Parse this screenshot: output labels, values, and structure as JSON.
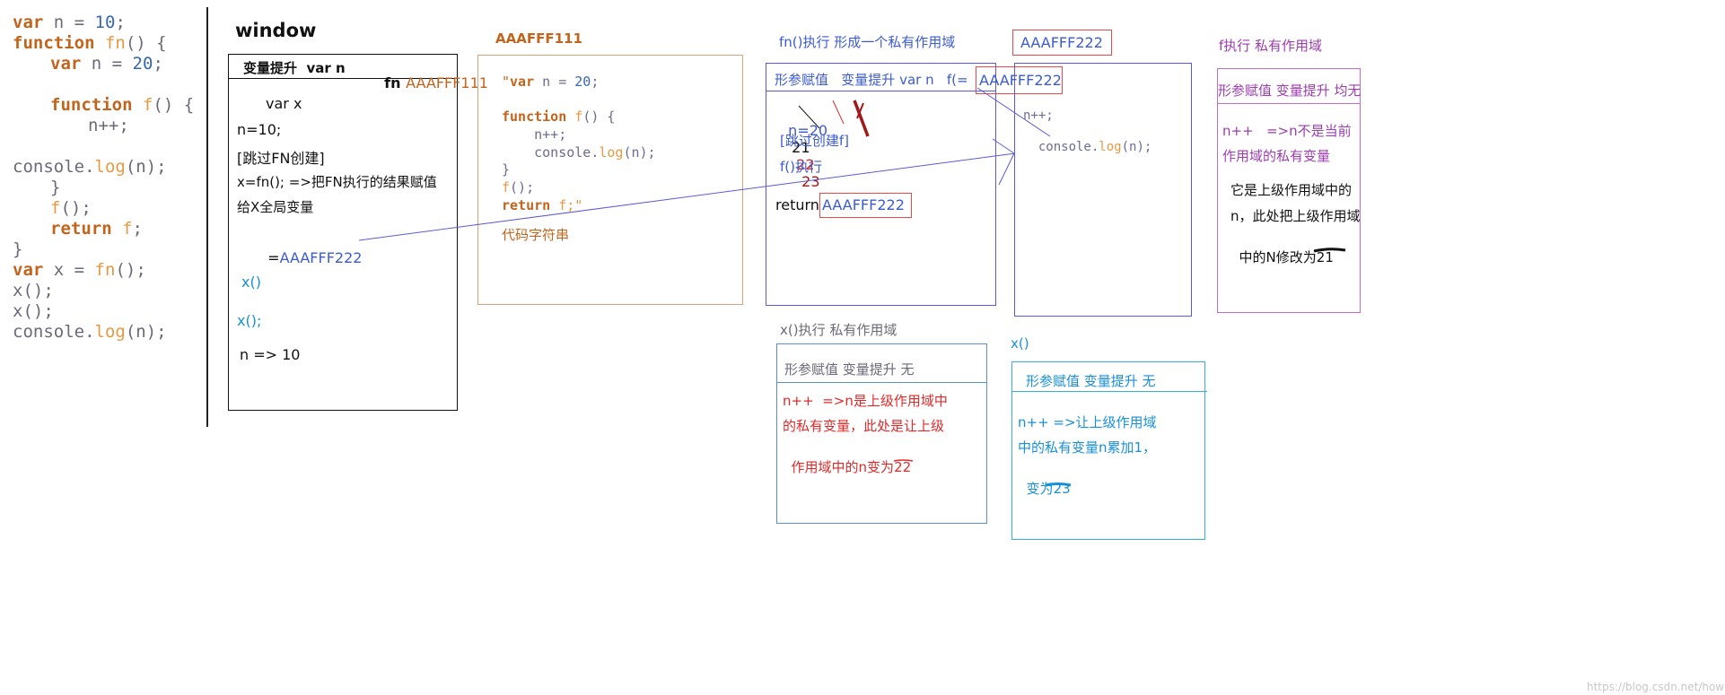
{
  "colors": {
    "keyword": "#c3641c",
    "function_name": "#e49a44",
    "number": "#3568b0",
    "identifier": "#6a6a78",
    "orange_box": "#d4a27b",
    "blue_box": "#5a5ad8",
    "purple_box": "#c46ad0",
    "red_box": "#e84a4a",
    "cyan_box": "#35aee0",
    "red_text": "#e02a2a",
    "dark_red": "#a01818",
    "text_blue": "#3b5bd0",
    "cyan_text": "#1890d8",
    "purple_text": "#9e3cb2"
  },
  "code_lines": [
    {
      "indent": 0,
      "tokens": [
        {
          "t": "var",
          "c": "kw"
        },
        {
          "t": " n",
          "c": "plain"
        },
        {
          "t": " = ",
          "c": "plain"
        },
        {
          "t": "10",
          "c": "num"
        },
        {
          "t": ";",
          "c": "plain"
        }
      ]
    },
    {
      "indent": 0,
      "tokens": [
        {
          "t": "function",
          "c": "kw"
        },
        {
          "t": " fn",
          "c": "fnname"
        },
        {
          "t": "() {",
          "c": "plain"
        }
      ]
    },
    {
      "indent": 1,
      "tokens": [
        {
          "t": "var",
          "c": "kw"
        },
        {
          "t": " n",
          "c": "plain"
        },
        {
          "t": " = ",
          "c": "plain"
        },
        {
          "t": "20",
          "c": "num"
        },
        {
          "t": ";",
          "c": "plain"
        }
      ]
    },
    {
      "indent": 0,
      "tokens": []
    },
    {
      "indent": 1,
      "tokens": [
        {
          "t": "function",
          "c": "kw"
        },
        {
          "t": " f",
          "c": "fnname"
        },
        {
          "t": "() {",
          "c": "plain"
        }
      ]
    },
    {
      "indent": 2,
      "tokens": [
        {
          "t": "n++;",
          "c": "plain"
        }
      ]
    },
    {
      "indent": 0,
      "tokens": []
    },
    {
      "indent": 0,
      "tokens": [
        {
          "t": "console",
          "c": "plain"
        },
        {
          "t": ".",
          "c": "plain"
        },
        {
          "t": "log",
          "c": "fnname"
        },
        {
          "t": "(n);",
          "c": "plain"
        }
      ]
    },
    {
      "indent": 1,
      "tokens": [
        {
          "t": "}",
          "c": "plain"
        }
      ]
    },
    {
      "indent": 1,
      "tokens": [
        {
          "t": "f",
          "c": "fnname"
        },
        {
          "t": "();",
          "c": "plain"
        }
      ]
    },
    {
      "indent": 1,
      "tokens": [
        {
          "t": "return",
          "c": "kw"
        },
        {
          "t": " f",
          "c": "fnname"
        },
        {
          "t": ";",
          "c": "plain"
        }
      ]
    },
    {
      "indent": 0,
      "tokens": [
        {
          "t": "}",
          "c": "plain"
        }
      ]
    },
    {
      "indent": 0,
      "tokens": [
        {
          "t": "var",
          "c": "kw"
        },
        {
          "t": " x",
          "c": "plain"
        },
        {
          "t": " = ",
          "c": "plain"
        },
        {
          "t": "fn",
          "c": "fnname"
        },
        {
          "t": "();",
          "c": "plain"
        }
      ]
    },
    {
      "indent": 0,
      "tokens": [
        {
          "t": "x",
          "c": "plain"
        },
        {
          "t": "();",
          "c": "plain"
        }
      ]
    },
    {
      "indent": 0,
      "tokens": [
        {
          "t": "x",
          "c": "plain"
        },
        {
          "t": "();",
          "c": "plain"
        }
      ]
    },
    {
      "indent": 0,
      "tokens": [
        {
          "t": "console",
          "c": "plain"
        },
        {
          "t": ".",
          "c": "plain"
        },
        {
          "t": "log",
          "c": "fnname"
        },
        {
          "t": "(n);",
          "c": "plain"
        }
      ]
    }
  ],
  "window": {
    "title": "window",
    "header_hoist": "变量提升  var n",
    "header_fn": "fn ",
    "header_fn_addr": "AAAFFF111",
    "var_x": "var x",
    "n_assign": "n=10;",
    "skip_fn": "[跳过FN创建]",
    "x_assign_1": "x=fn(); =>把FN执行的结果赋值",
    "x_assign_2": "给X全局变量",
    "eq": "=",
    "eq_addr": "AAAFFF222",
    "call_1": "x()",
    "call_2": "x();",
    "result": "n => 10"
  },
  "heap_111": {
    "title": "AAAFFF111",
    "lines": [
      [
        {
          "t": "\"",
          "c": "plain"
        },
        {
          "t": "var",
          "c": "kw"
        },
        {
          "t": " n = ",
          "c": "cn"
        },
        {
          "t": "20",
          "c": "num"
        },
        {
          "t": ";",
          "c": "cn"
        }
      ],
      [],
      [
        {
          "t": "function",
          "c": "kw"
        },
        {
          "t": " f",
          "c": "fnname"
        },
        {
          "t": "() {",
          "c": "cn"
        }
      ],
      [
        {
          "t": "    n++;",
          "c": "cn"
        }
      ],
      [
        {
          "t": "    console.",
          "c": "cn"
        },
        {
          "t": "log",
          "c": "fnname"
        },
        {
          "t": "(n);",
          "c": "cn"
        }
      ],
      [
        {
          "t": "}",
          "c": "cn"
        }
      ],
      [
        {
          "t": "f",
          "c": "fnname"
        },
        {
          "t": "();",
          "c": "cn"
        }
      ],
      [
        {
          "t": "return",
          "c": "kw"
        },
        {
          "t": " f;\"",
          "c": "fnname"
        }
      ]
    ],
    "string_label": "代码字符串"
  },
  "fn_scope": {
    "title": "fn()执行 形成一个私有作用域",
    "header": "形参赋值   变量提升 var n   f(=",
    "header_addr": "AAAFFF222",
    "n_line_a": "n=20",
    "n_line_b": "21",
    "n_line_c": "22",
    "n_line_d": "23",
    "skip_f": "[跳过创建f]",
    "f_exec": "f()执行",
    "return_label": "return",
    "return_addr": "AAAFFF222"
  },
  "heap_222": {
    "title": "AAAFFF222",
    "line1": "n++;",
    "line2_a": "console.",
    "line2_b": "log",
    "line2_c": "(n);"
  },
  "f_scope": {
    "title": "f执行 私有作用域",
    "header": "形参赋值 变量提升 均无",
    "line1": "n++   =>n不是当前",
    "line2": "作用域的私有变量",
    "line3": "它是上级作用域中的",
    "line4": "n，此处把上级作用域",
    "line5": "中的N修改为",
    "line5_val": "21"
  },
  "x_scope_1": {
    "title": "x()执行 私有作用域",
    "header": "形参赋值 变量提升 无",
    "line1": "n++  =>n是上级作用域中",
    "line2": "的私有变量，此处是让上级",
    "line3": "作用域中的n变为",
    "line3_val": "22"
  },
  "x_scope_2": {
    "title": "x()",
    "header": "形参赋值 变量提升 无",
    "line1": "n++ =>让上级作用域",
    "line2": "中的私有变量n累加1，",
    "line3": "变为",
    "line3_val": "23"
  },
  "watermark": "https://blog.csdn.net/howchange"
}
